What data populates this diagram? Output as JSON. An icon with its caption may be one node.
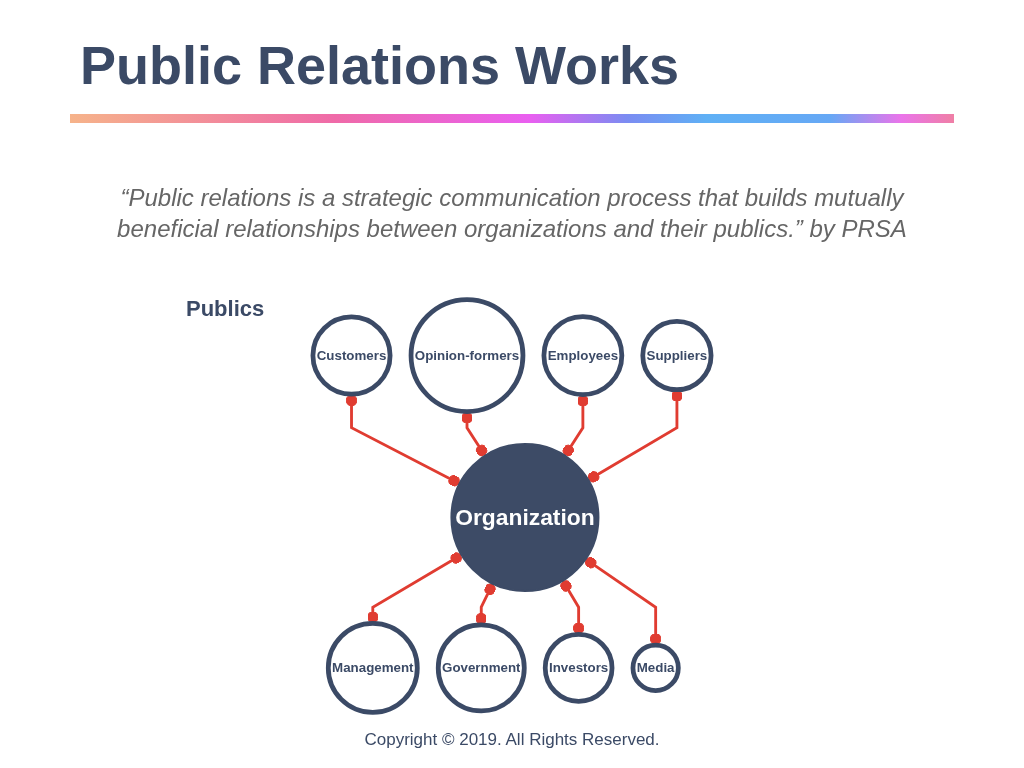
{
  "diagram": {
    "title": "Public Relations Works",
    "nodes": [
      {
        "text": [
          "Customers"
        ]
      },
      {
        "text": [
          "Opinion-formers"
        ]
      },
      {
        "text": [
          "Employees"
        ]
      },
      {
        "text": [
          "Suppliers"
        ]
      },
      {
        "text": [
          "Organization"
        ]
      },
      {
        "text": [
          "Management"
        ]
      },
      {
        "text": [
          "Government"
        ]
      },
      {
        "text": [
          "Investors"
        ]
      },
      {
        "text": [
          "Media"
        ]
      }
    ],
    "edges": [
      {
        "from": 0,
        "to": 4,
        "arrow": "other"
      },
      {
        "from": 1,
        "to": 4,
        "arrow": "other"
      },
      {
        "from": 2,
        "to": 4,
        "arrow": "other"
      },
      {
        "from": 3,
        "to": 4,
        "arrow": "other"
      },
      {
        "from": 4,
        "to": 5,
        "arrow": "other"
      },
      {
        "from": 4,
        "to": 6,
        "arrow": "other"
      },
      {
        "from": 4,
        "to": 7,
        "arrow": "other"
      },
      {
        "from": 4,
        "to": 8,
        "arrow": "other"
      }
    ],
    "labels": [
      "“Public relations is a strategic communication process that builds mutually beneficial relationships between organizations and their publics.” by PRSA",
      "Publics",
      "Copyright © 2019. All Rights Reserved."
    ]
  }
}
